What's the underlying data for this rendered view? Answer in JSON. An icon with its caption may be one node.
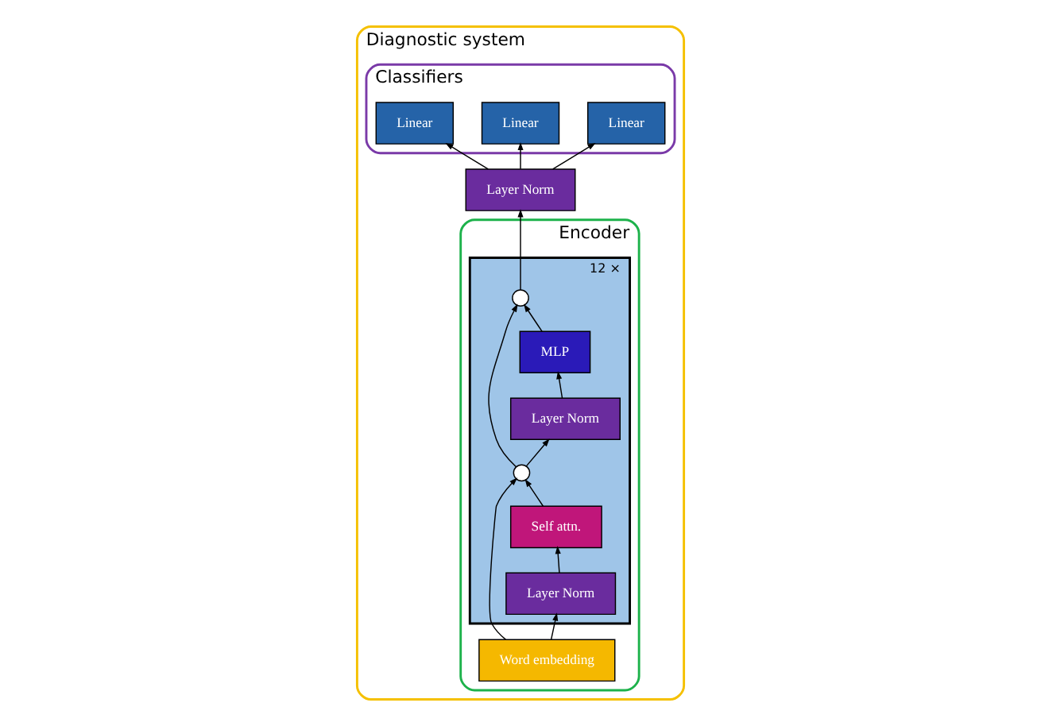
{
  "diagram": {
    "nodes": [
      {
        "text": [
          "Diagnostic system"
        ]
      },
      {
        "text": [
          "Encoder"
        ],
        "in": 0
      },
      {
        "text": [],
        "shape": "box",
        "beside": [
          "12 ×"
        ],
        "in": 1
      },
      {
        "text": [],
        "shape": "circle",
        "in": 2
      },
      {
        "text": [
          "MLP"
        ],
        "in": 2
      },
      {
        "text": [
          "Layer Norm"
        ],
        "in": 2
      },
      {
        "text": [],
        "shape": "circle",
        "in": 2
      },
      {
        "text": [
          "Self attn."
        ],
        "in": 2
      },
      {
        "text": [
          "Layer Norm"
        ],
        "in": 2
      },
      {
        "text": [
          "Word embedding"
        ],
        "in": 1
      },
      {
        "text": [
          "Layer Norm"
        ],
        "in": 0
      },
      {
        "text": [
          "Classifiers"
        ],
        "in": 0
      },
      {
        "text": [
          "Linear"
        ],
        "in": 11
      },
      {
        "text": [
          "Linear"
        ],
        "in": 11
      },
      {
        "text": [
          "Linear"
        ],
        "in": 11
      }
    ],
    "edges": [
      {
        "from": 9,
        "to": 8,
        "arrow": "to"
      },
      {
        "from": 8,
        "to": 7,
        "arrow": "to"
      },
      {
        "from": 7,
        "to": 6,
        "arrow": "to"
      },
      {
        "from": 9,
        "to": 6,
        "arrow": "to"
      },
      {
        "from": 6,
        "to": 5,
        "arrow": "to"
      },
      {
        "from": 5,
        "to": 4,
        "arrow": "to"
      },
      {
        "from": 4,
        "to": 3,
        "arrow": "to"
      },
      {
        "from": 6,
        "to": 3,
        "arrow": "to"
      },
      {
        "from": 3,
        "to": 10,
        "arrow": "to"
      },
      {
        "from": 10,
        "to": 12,
        "arrow": "to"
      },
      {
        "from": 10,
        "to": 13,
        "arrow": "to"
      },
      {
        "from": 10,
        "to": 14,
        "arrow": "to"
      }
    ]
  }
}
